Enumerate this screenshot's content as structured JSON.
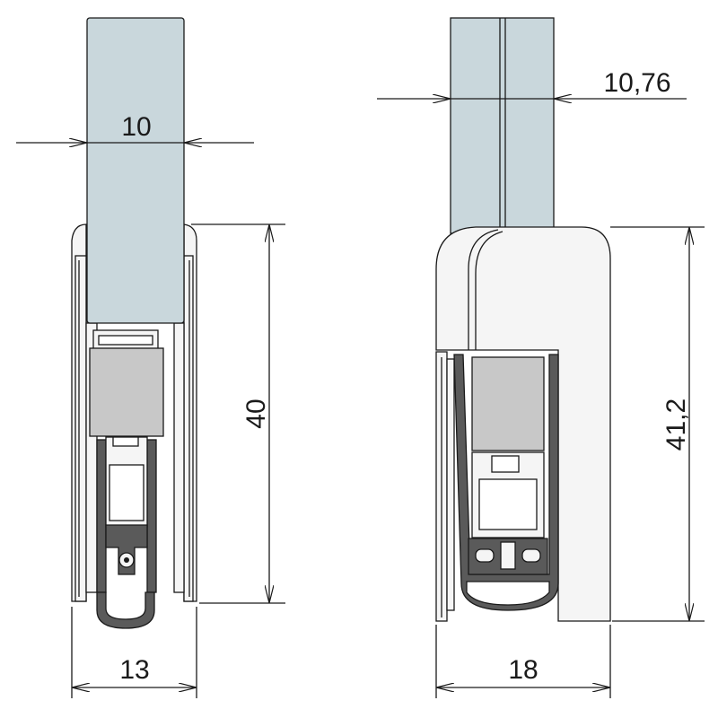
{
  "left_profile": {
    "glass_width_label": "10",
    "height_label": "40",
    "base_width_label": "13"
  },
  "right_profile": {
    "glass_width_label": "10,76",
    "height_label": "41,2",
    "base_width_label": "18"
  },
  "colors": {
    "glass": "#c9d7dc",
    "aluminium": "#f5f5f5",
    "seal_block": "#c8c8c8",
    "rubber": "#5a5a5a",
    "line": "#1a1a1a"
  }
}
